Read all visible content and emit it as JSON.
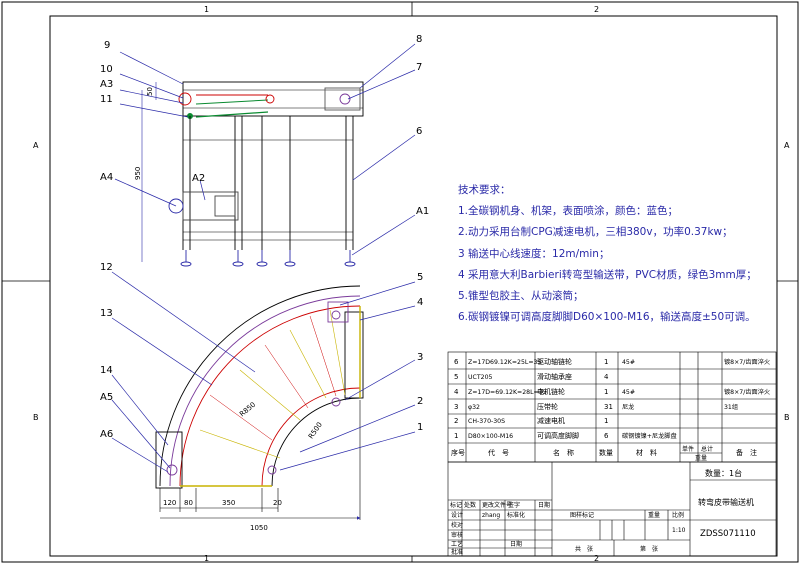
{
  "frame": {
    "zone_columns": [
      "1",
      "2"
    ],
    "zone_rows": [
      "A",
      "B"
    ]
  },
  "technical_requirements": {
    "title": "技术要求：",
    "items": [
      "1.全碳钢机身、机架，表面喷涂，颜色：蓝色；",
      "2.动力采用台制CPG减速电机，三相380v，功率0.37kw；",
      "3 输送中心线速度：12m/min；",
      "4 采用意大利Barbieri转弯型输送带，PVC材质，绿色3mm厚；",
      "5.锥型包胶主、从动滚筒；",
      "6.碳钢镀镍可调高度脚脚D60×100-M16，输送高度±50可调。"
    ]
  },
  "callouts": {
    "top_view": [
      "9",
      "10",
      "A3",
      "11",
      "A4",
      "A2",
      "8",
      "7",
      "6",
      "A1"
    ],
    "plan_view": [
      "12",
      "13",
      "14",
      "A5",
      "A6",
      "5",
      "4",
      "3",
      "2",
      "1"
    ]
  },
  "dimensions": {
    "height_950": "950",
    "small_50": "50",
    "radius_850": "R850",
    "radius_500": "R500",
    "bottom_120": "120",
    "bottom_80": "80",
    "bottom_350": "350",
    "bottom_20": "20",
    "overall_1050": "1050"
  },
  "parts_list": {
    "rows": [
      {
        "seq": "6",
        "code": "Z=17D69.12K=25L=35",
        "name": "驱动轴链轮",
        "qty": "1",
        "material": "45#",
        "note": "镀8×7/齿面淬火"
      },
      {
        "seq": "5",
        "code": "UCT205",
        "name": "滑动轴承座",
        "qty": "4",
        "material": "",
        "note": ""
      },
      {
        "seq": "4",
        "code": "Z=17D=69.12K=28L=35",
        "name": "电机链轮",
        "qty": "1",
        "material": "45#",
        "note": "镀8×7/齿面淬火"
      },
      {
        "seq": "3",
        "code": "φ32",
        "name": "压带轮",
        "qty": "31",
        "material": "尼龙",
        "note": "31组"
      },
      {
        "seq": "2",
        "code": "CH-370-30S",
        "name": "减速电机",
        "qty": "1",
        "material": "",
        "note": ""
      },
      {
        "seq": "1",
        "code": "D80×100-M16",
        "name": "可调高度脚脚",
        "qty": "6",
        "material": "碳钢镀镍+尼龙脚盘",
        "note": ""
      }
    ],
    "headers": {
      "seq": "序号",
      "code": "代　号",
      "name": "名　称",
      "qty": "数量",
      "material": "材　料",
      "unit_weight": "单件",
      "total_weight": "总计",
      "weight": "重量",
      "note": "备　注"
    }
  },
  "title_block": {
    "quantity": "数量：1台",
    "drawing_name": "转弯皮带输送机",
    "drawing_number": "ZDSS071110",
    "scale": "1:10",
    "revision_labels": [
      "标记",
      "处数",
      "更改文件号",
      "签字",
      "日期"
    ],
    "designer_label": "设计",
    "designer": "zhang",
    "standardization": "标准化",
    "checker": "校对",
    "reviewer": "审核",
    "process": "工艺",
    "approver": "批准",
    "date_label": "日期",
    "stage_label": "图样标记",
    "weight_label": "重量",
    "scale_label": "比例",
    "sheet_total": "共　张",
    "sheet_no": "第　张"
  }
}
